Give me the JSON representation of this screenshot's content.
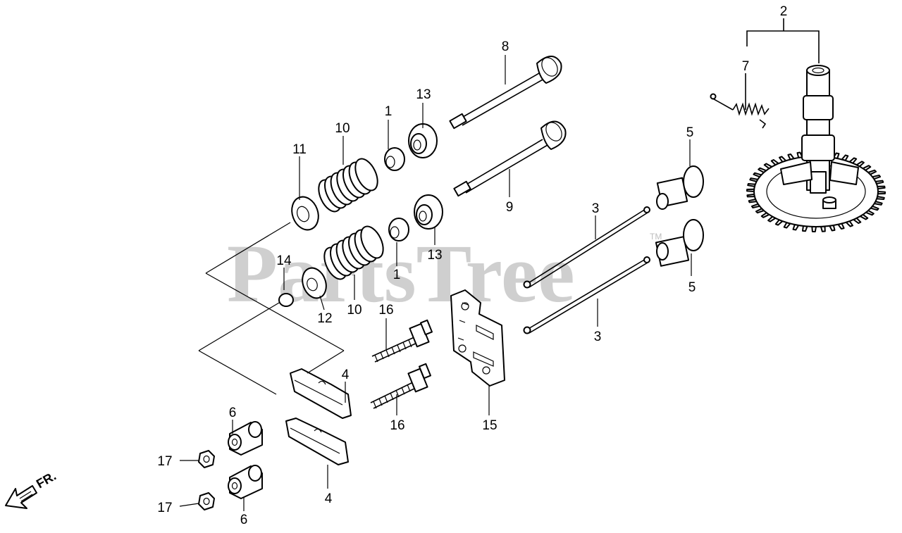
{
  "watermark": {
    "text": "PartsTree",
    "trademark": "TM"
  },
  "direction_marker": {
    "text": "FR."
  },
  "callouts": [
    {
      "id": "c2",
      "label": "2"
    },
    {
      "id": "c7",
      "label": "7"
    },
    {
      "id": "c8",
      "label": "8"
    },
    {
      "id": "c13a",
      "label": "13"
    },
    {
      "id": "c1a",
      "label": "1"
    },
    {
      "id": "c10a",
      "label": "10"
    },
    {
      "id": "c11",
      "label": "11"
    },
    {
      "id": "c9",
      "label": "9"
    },
    {
      "id": "c5a",
      "label": "5"
    },
    {
      "id": "c3a",
      "label": "3"
    },
    {
      "id": "c14",
      "label": "14"
    },
    {
      "id": "c13b",
      "label": "13"
    },
    {
      "id": "c1b",
      "label": "1"
    },
    {
      "id": "c12",
      "label": "12"
    },
    {
      "id": "c10b",
      "label": "10"
    },
    {
      "id": "c5b",
      "label": "5"
    },
    {
      "id": "c16a",
      "label": "16"
    },
    {
      "id": "c3b",
      "label": "3"
    },
    {
      "id": "c4a",
      "label": "4"
    },
    {
      "id": "c6a",
      "label": "6"
    },
    {
      "id": "c16b",
      "label": "16"
    },
    {
      "id": "c15",
      "label": "15"
    },
    {
      "id": "c17a",
      "label": "17"
    },
    {
      "id": "c4b",
      "label": "4"
    },
    {
      "id": "c17b",
      "label": "17"
    },
    {
      "id": "c6b",
      "label": "6"
    }
  ]
}
